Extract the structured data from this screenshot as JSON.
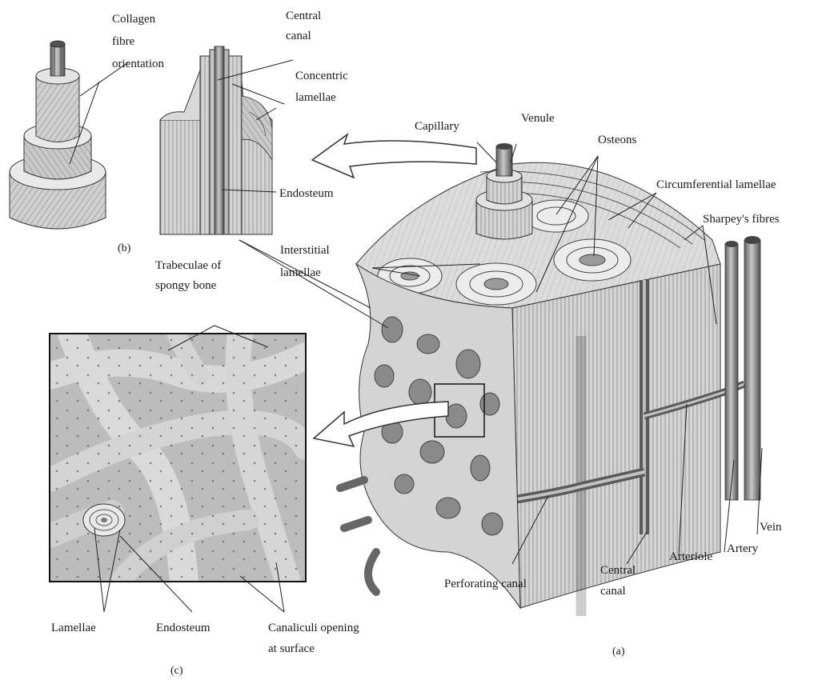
{
  "diagram": {
    "labels": {
      "collagen_fibre_orientation": [
        "Collagen",
        "fibre",
        "orientation"
      ],
      "central_canal_b": [
        "Central",
        "canal"
      ],
      "concentric_lamellae": [
        "Concentric",
        "lamellae"
      ],
      "endosteum_b": "Endosteum",
      "panel_b": "(b)",
      "capillary": "Capillary",
      "venule": "Venule",
      "osteons": "Osteons",
      "circumferential_lamellae": "Circumferential lamellae",
      "sharpeys_fibres": "Sharpey's fibres",
      "interstitial_lamellae": [
        "Interstitial",
        "lamellae"
      ],
      "trabeculae_spongy_bone": [
        "Trabeculae of",
        "spongy bone"
      ],
      "lamellae_c": "Lamellae",
      "endosteum_c": "Endosteum",
      "canaliculi_opening": [
        "Canaliculi opening",
        "at surface"
      ],
      "panel_c": "(c)",
      "perforating_canal": "Perforating canal",
      "central_canal_a": [
        "Central",
        "canal"
      ],
      "arteriole": "Arteriole",
      "artery": "Artery",
      "vein": "Vein",
      "panel_a": "(a)"
    }
  }
}
